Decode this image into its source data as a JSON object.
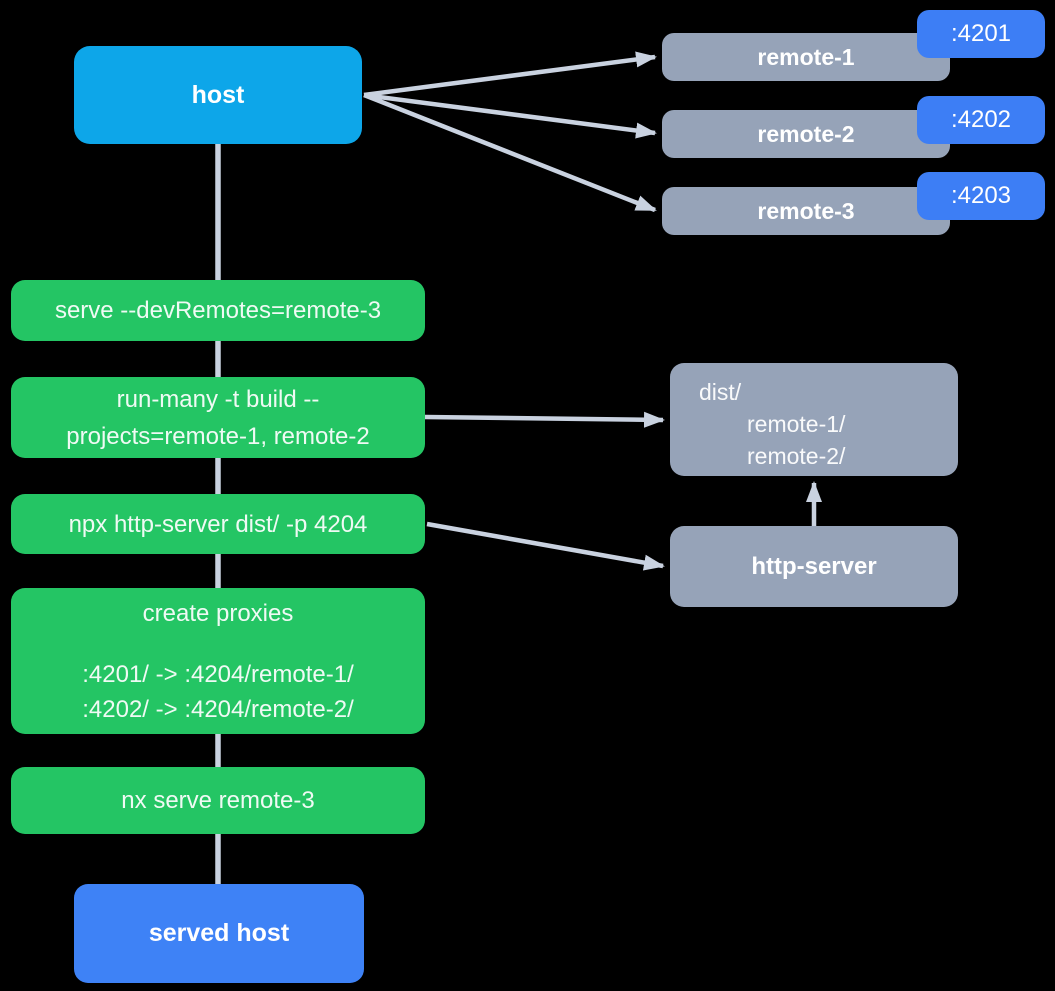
{
  "colors": {
    "background": "#000000",
    "host_fill": "#0da6e9",
    "remote_fill": "#96a3b8",
    "port_fill": "#3d7ef5",
    "step_fill": "#24c564",
    "served_host_fill": "#3e82f6",
    "connector": "#c9d2e0",
    "text_light": "#ffffff"
  },
  "host": {
    "label": "host"
  },
  "remotes": [
    {
      "label": "remote-1",
      "port": ":4201"
    },
    {
      "label": "remote-2",
      "port": ":4202"
    },
    {
      "label": "remote-3",
      "port": ":4203"
    }
  ],
  "steps": {
    "serve": {
      "line1": "serve --devRemotes=remote-3"
    },
    "run_many": {
      "line1": "run-many -t build --",
      "line2": "projects=remote-1, remote-2"
    },
    "http_cmd": {
      "line1": "npx http-server dist/ -p 4204"
    },
    "create_proxies": {
      "title": "create proxies",
      "line1": ":4201/ -> :4204/remote-1/",
      "line2": ":4202/ -> :4204/remote-2/"
    },
    "nx_serve": {
      "line1": "nx serve remote-3"
    }
  },
  "dist": {
    "line1": "dist/",
    "line2": "remote-1/",
    "line3": "remote-2/"
  },
  "http_server": {
    "label": "http-server"
  },
  "served_host": {
    "label": "served host"
  }
}
